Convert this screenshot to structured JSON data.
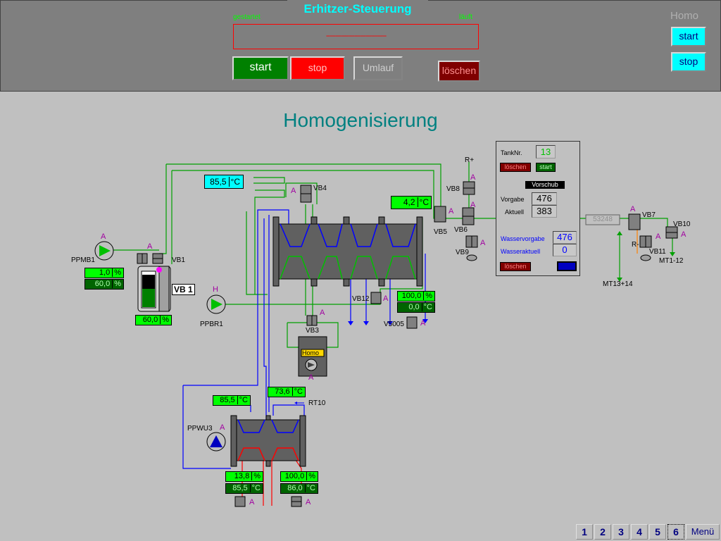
{
  "header": {
    "title": "Erhitzer-Steuerung",
    "status_left": "gestartet",
    "status_right": "läuft",
    "message": "--------------------------------",
    "buttons": {
      "start": "start",
      "stop": "stop",
      "umlauf": "Umlauf",
      "loeschen": "löschen"
    },
    "homo": {
      "label": "Homo",
      "start": "start",
      "stop": "stop"
    }
  },
  "page_title": "Homogenisierung",
  "process": {
    "temp_vb4": "85,5",
    "temp_vb5": "4,2",
    "temp_bottom_left": "85,5",
    "temp_rt10": "73,6",
    "unit_c": "°C",
    "unit_pct": "%",
    "ppmb1_pct1": "1,0",
    "ppmb1_pct2": "60,0",
    "vb1_level": "60,0",
    "v5005_pct": "100,0",
    "v5005_temp": "0,0",
    "ppwu3_pct": "13,8",
    "ppwu3_temp": "85,5",
    "right_pct": "100,0",
    "right_temp": "86,0",
    "flow_display": "53248",
    "labels": {
      "ppmb1": "PPMB1",
      "vb1": "VB1",
      "vb1_box": "VB 1",
      "ppbr1": "PPBR1",
      "vb4": "VB4",
      "vb3": "VB3",
      "vb12": "VB12",
      "v5005": "V5005",
      "vb5": "VB5",
      "vb6": "VB6",
      "vb8": "VB8",
      "vb9": "VB9",
      "vb7": "VB7",
      "vb10": "VB10",
      "vb11": "VB11",
      "mt1_12": "MT1-12",
      "mt13_14": "MT13+14",
      "r_plus": "R+",
      "r_minus": "R-",
      "ppwu3": "PPWU3",
      "rt10": "RT10",
      "homo_unit": "Homo",
      "a": "A",
      "h": "H"
    }
  },
  "tank_panel": {
    "tank_label": "TankNr.",
    "tank_value": "13",
    "loeschen": "löschen",
    "start": "start",
    "vorschub": "Vorschub",
    "vorgabe_label": "Vorgabe",
    "vorgabe_value": "476",
    "aktuell_label": "Aktuell",
    "aktuell_value": "383",
    "wasservorgabe_label": "Wasservorgabe",
    "wasservorgabe_value": "476",
    "wasseraktuell_label": "Wasseraktuell",
    "wasseraktuell_value": "0",
    "loeschen2": "löschen"
  },
  "nav": {
    "pages": [
      "1",
      "2",
      "3",
      "4",
      "5",
      "6"
    ],
    "menu": "Menü"
  },
  "colors": {
    "green_line": "#00a000",
    "blue_line": "#0000ff",
    "red_line": "#ff0000",
    "value_bg": "#00ff00",
    "accent_cyan": "#00ffff"
  }
}
